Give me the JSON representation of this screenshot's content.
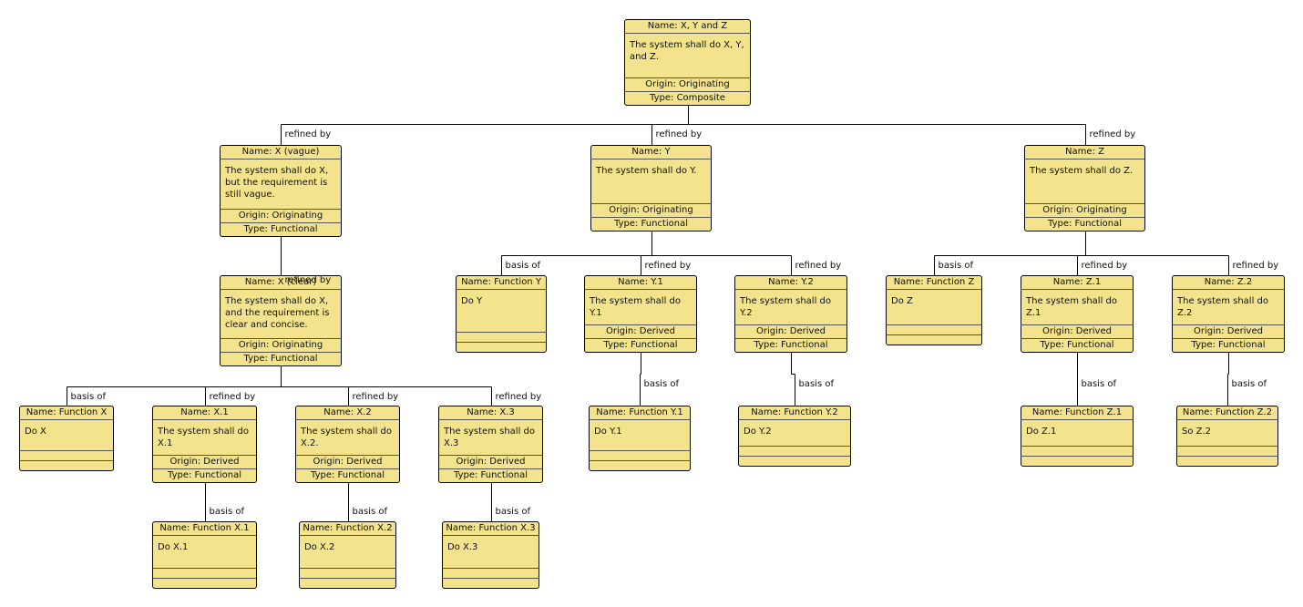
{
  "nodes": {
    "xyz": {
      "name": "Name: X, Y and Z",
      "desc": "The system shall do X, Y, and Z.",
      "origin": "Origin: Originating",
      "type": "Type: Composite"
    },
    "x_vague": {
      "name": "Name: X (vague)",
      "desc": "The system shall do X, but the requirement is still vague.",
      "origin": "Origin: Originating",
      "type": "Type: Functional"
    },
    "x_clear": {
      "name": "Name: X (clear)",
      "desc": "The system shall do X, and the requirement is clear and concise.",
      "origin": "Origin: Originating",
      "type": "Type: Functional"
    },
    "fx": {
      "name": "Name: Function X",
      "desc": "Do X",
      "origin": "",
      "type": ""
    },
    "x1": {
      "name": "Name: X.1",
      "desc": "The system shall do X.1",
      "origin": "Origin: Derived",
      "type": "Type: Functional"
    },
    "x2": {
      "name": "Name: X.2",
      "desc": "The system shall do X.2.",
      "origin": "Origin: Derived",
      "type": "Type: Functional"
    },
    "x3": {
      "name": "Name: X.3",
      "desc": "The system shall do X.3",
      "origin": "Origin: Derived",
      "type": "Type: Functional"
    },
    "fx1": {
      "name": "Name: Function X.1",
      "desc": "Do X.1",
      "origin": "",
      "type": ""
    },
    "fx2": {
      "name": "Name: Function X.2",
      "desc": "Do X.2",
      "origin": "",
      "type": ""
    },
    "fx3": {
      "name": "Name: Function X.3",
      "desc": "Do X.3",
      "origin": "",
      "type": ""
    },
    "y": {
      "name": "Name: Y",
      "desc": "The system shall do Y.",
      "origin": "Origin: Originating",
      "type": "Type: Functional"
    },
    "fy": {
      "name": "Name: Function Y",
      "desc": "Do Y",
      "origin": "",
      "type": ""
    },
    "y1": {
      "name": "Name: Y.1",
      "desc": "The system shall do Y.1",
      "origin": "Origin: Derived",
      "type": "Type: Functional"
    },
    "y2": {
      "name": "Name: Y.2",
      "desc": "The system shall do Y.2",
      "origin": "Origin: Derived",
      "type": "Type: Functional"
    },
    "fy1": {
      "name": "Name: Function Y.1",
      "desc": "Do Y.1",
      "origin": "",
      "type": ""
    },
    "fy2": {
      "name": "Name: Function Y.2",
      "desc": "Do Y.2",
      "origin": "",
      "type": ""
    },
    "z": {
      "name": "Name: Z",
      "desc": "The system shall do Z.",
      "origin": "Origin: Originating",
      "type": "Type: Functional"
    },
    "fz": {
      "name": "Name: Function Z",
      "desc": "Do Z",
      "origin": "",
      "type": ""
    },
    "z1": {
      "name": "Name: Z.1",
      "desc": "The system shall do Z.1",
      "origin": "Origin: Derived",
      "type": "Type: Functional"
    },
    "z2": {
      "name": "Name: Z.2",
      "desc": "The system shall do Z.2",
      "origin": "Origin: Derived",
      "type": "Type: Functional"
    },
    "fz1": {
      "name": "Name: Function Z.1",
      "desc": "Do Z.1",
      "origin": "",
      "type": ""
    },
    "fz2": {
      "name": "Name: Function Z.2",
      "desc": "So Z.2",
      "origin": "",
      "type": ""
    }
  },
  "edges": [
    {
      "from": "xyz",
      "to": "x_vague",
      "label": "refined by"
    },
    {
      "from": "xyz",
      "to": "y",
      "label": "refined by"
    },
    {
      "from": "xyz",
      "to": "z",
      "label": "refined by"
    },
    {
      "from": "x_vague",
      "to": "x_clear",
      "label": "refined by"
    },
    {
      "from": "x_clear",
      "to": "fx",
      "label": "basis of"
    },
    {
      "from": "x_clear",
      "to": "x1",
      "label": "refined by"
    },
    {
      "from": "x_clear",
      "to": "x2",
      "label": "refined by"
    },
    {
      "from": "x_clear",
      "to": "x3",
      "label": "refined by"
    },
    {
      "from": "x1",
      "to": "fx1",
      "label": "basis of"
    },
    {
      "from": "x2",
      "to": "fx2",
      "label": "basis of"
    },
    {
      "from": "x3",
      "to": "fx3",
      "label": "basis of"
    },
    {
      "from": "y",
      "to": "fy",
      "label": "basis of"
    },
    {
      "from": "y",
      "to": "y1",
      "label": "refined by"
    },
    {
      "from": "y",
      "to": "y2",
      "label": "refined by"
    },
    {
      "from": "y1",
      "to": "fy1",
      "label": "basis of"
    },
    {
      "from": "y2",
      "to": "fy2",
      "label": "basis of"
    },
    {
      "from": "z",
      "to": "fz",
      "label": "basis of"
    },
    {
      "from": "z",
      "to": "z1",
      "label": "refined by"
    },
    {
      "from": "z",
      "to": "z2",
      "label": "refined by"
    },
    {
      "from": "z1",
      "to": "fz1",
      "label": "basis of"
    },
    {
      "from": "z2",
      "to": "fz2",
      "label": "basis of"
    }
  ]
}
